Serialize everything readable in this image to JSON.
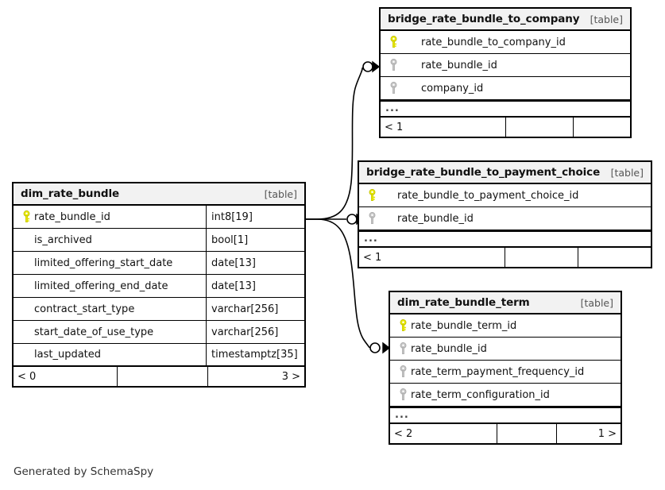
{
  "diagram": {
    "footer_credit": "Generated by SchemaSpy",
    "kind_label": "[table]",
    "ellipsis": "...",
    "colors": {
      "primary_key": "#e8e800",
      "foreign_key": "#c0c0c0",
      "header_background": "#f2f2f2",
      "border": "#000000",
      "text": "#111111",
      "kind_text": "#555555"
    }
  },
  "tables": [
    {
      "id": "dim_rate_bundle",
      "name": "dim_rate_bundle",
      "kind": "[table]",
      "columns": [
        {
          "name": "rate_bundle_id",
          "type": "int8[19]",
          "key": "primary"
        },
        {
          "name": "is_archived",
          "type": "bool[1]",
          "key": "none"
        },
        {
          "name": "limited_offering_start_date",
          "type": "date[13]",
          "key": "none"
        },
        {
          "name": "limited_offering_end_date",
          "type": "date[13]",
          "key": "none"
        },
        {
          "name": "contract_start_type",
          "type": "varchar[256]",
          "key": "none"
        },
        {
          "name": "start_date_of_use_type",
          "type": "varchar[256]",
          "key": "none"
        },
        {
          "name": "last_updated",
          "type": "timestamptz[35]",
          "key": "none"
        }
      ],
      "has_ellipsis": false,
      "footer": {
        "left": "< 0",
        "middle": "",
        "right": "3 >"
      }
    },
    {
      "id": "bridge_rate_bundle_to_company",
      "name": "bridge_rate_bundle_to_company",
      "kind": "[table]",
      "columns": [
        {
          "name": "rate_bundle_to_company_id",
          "type": "",
          "key": "primary"
        },
        {
          "name": "rate_bundle_id",
          "type": "",
          "key": "foreign"
        },
        {
          "name": "company_id",
          "type": "",
          "key": "foreign"
        }
      ],
      "has_ellipsis": true,
      "footer": {
        "left": "< 1",
        "middle": "",
        "right": ""
      }
    },
    {
      "id": "bridge_rate_bundle_to_payment_choice",
      "name": "bridge_rate_bundle_to_payment_choice",
      "kind": "[table]",
      "columns": [
        {
          "name": "rate_bundle_to_payment_choice_id",
          "type": "",
          "key": "primary"
        },
        {
          "name": "rate_bundle_id",
          "type": "",
          "key": "foreign"
        }
      ],
      "has_ellipsis": true,
      "footer": {
        "left": "< 1",
        "middle": "",
        "right": ""
      }
    },
    {
      "id": "dim_rate_bundle_term",
      "name": "dim_rate_bundle_term",
      "kind": "[table]",
      "columns": [
        {
          "name": "rate_bundle_term_id",
          "type": "",
          "key": "primary"
        },
        {
          "name": "rate_bundle_id",
          "type": "",
          "key": "foreign"
        },
        {
          "name": "rate_term_payment_frequency_id",
          "type": "",
          "key": "foreign"
        },
        {
          "name": "rate_term_configuration_id",
          "type": "",
          "key": "foreign"
        }
      ],
      "has_ellipsis": true,
      "footer": {
        "left": "< 2",
        "middle": "",
        "right": "1 >"
      }
    }
  ],
  "relationships": [
    {
      "from": "dim_rate_bundle.rate_bundle_id",
      "to": "bridge_rate_bundle_to_company.rate_bundle_id"
    },
    {
      "from": "dim_rate_bundle.rate_bundle_id",
      "to": "bridge_rate_bundle_to_payment_choice.rate_bundle_id"
    },
    {
      "from": "dim_rate_bundle.rate_bundle_id",
      "to": "dim_rate_bundle_term.rate_bundle_id"
    }
  ]
}
